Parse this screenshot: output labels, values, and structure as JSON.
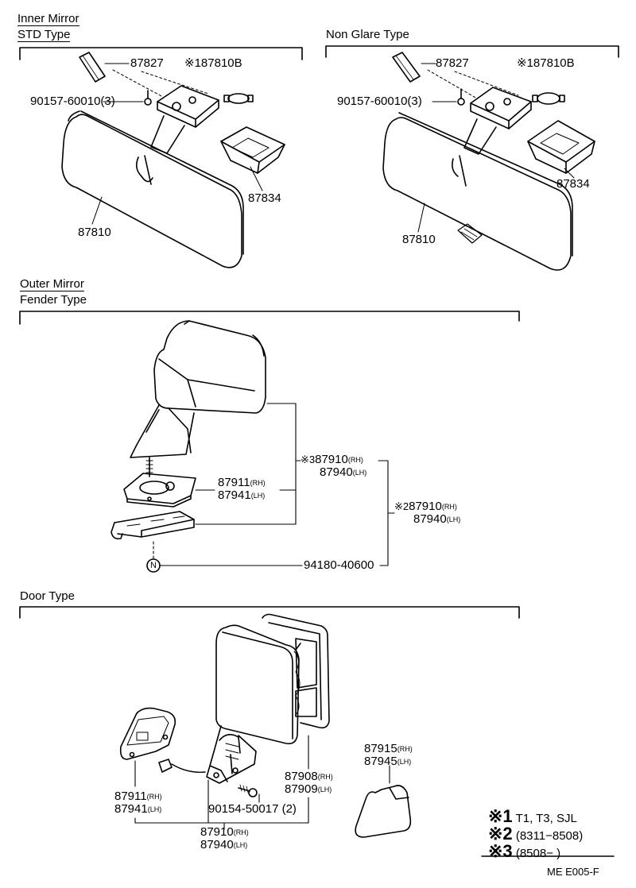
{
  "sections": {
    "inner": {
      "title": "Inner Mirror",
      "std_title": "STD Type",
      "ng_title": "Non Glare Type",
      "std": {
        "p_cover": "87827",
        "p_bulb": "※187810B",
        "p_screw": "90157-60010(3)",
        "p_housing": "87834",
        "p_mirror": "87810"
      },
      "ng": {
        "p_cover": "87827",
        "p_bulb": "※187810B",
        "p_screw": "90157-60010(3)",
        "p_housing": "87834",
        "p_mirror": "87810"
      }
    },
    "outer": {
      "title": "Outer Mirror",
      "fender_title": "Fender Type",
      "fender": {
        "p_assy_a_mark": "※3",
        "p_assy_a_rh": "87910",
        "p_assy_a_lh": "87940",
        "p_base_rh": "87911",
        "p_base_lh": "87941",
        "p_assy_b_mark": "※2",
        "p_assy_b_rh": "87910",
        "p_assy_b_lh": "87940",
        "p_nut_symbol": "N",
        "p_nut": "94180-40600"
      },
      "door_title": "Door Type",
      "door": {
        "p_cover_rh": "87915",
        "p_cover_lh": "87945",
        "p_glass_rh": "87908",
        "p_glass_lh": "87909",
        "p_base_rh": "87911",
        "p_base_lh": "87941",
        "p_screw": "90154-50017",
        "p_screw_qty": "(2)",
        "p_assy_rh": "87910",
        "p_assy_lh": "87940"
      }
    }
  },
  "side_tags": {
    "rh": "(RH)",
    "lh": "(LH)"
  },
  "notes": [
    {
      "mark": "※1",
      "text": "T1, T3, SJL"
    },
    {
      "mark": "※2",
      "text": "(8311−8508)"
    },
    {
      "mark": "※3",
      "text": "(8508−        )"
    }
  ],
  "doc_code": "ME E005-F"
}
